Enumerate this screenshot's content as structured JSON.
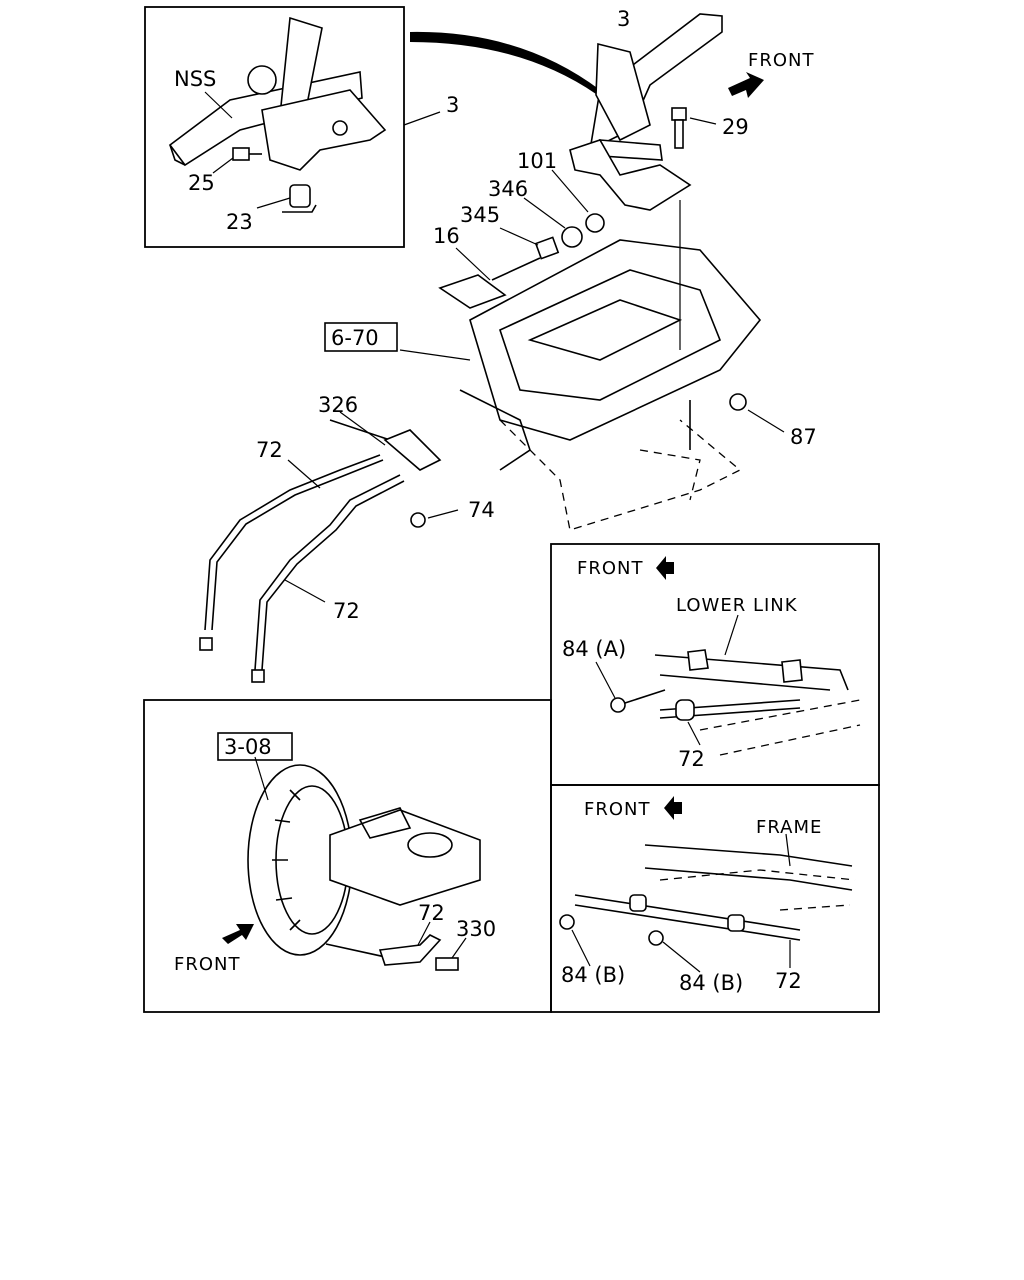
{
  "callouts": {
    "nss": "NSS",
    "p3_inset": "3",
    "p25": "25",
    "p23": "23",
    "p3_top": "3",
    "front_top": "FRONT",
    "p29": "29",
    "p101": "101",
    "p346": "346",
    "p345": "345",
    "p16": "16",
    "p6_70": "6-70",
    "p326": "326",
    "p87": "87",
    "p72_a": "72",
    "p74": "74",
    "p72_b": "72"
  },
  "lower_link_panel": {
    "front": "FRONT",
    "lower_link": "LOWER LINK",
    "p84a": "84 (A)",
    "p72": "72"
  },
  "frame_panel": {
    "front": "FRONT",
    "frame": "FRAME",
    "p84b_left": "84 (B)",
    "p84b_right": "84 (B)",
    "p72": "72"
  },
  "brake_panel": {
    "p3_08": "3-08",
    "p72": "72",
    "p330": "330",
    "front": "FRONT"
  },
  "icons": [
    "front-arrow-icon"
  ]
}
